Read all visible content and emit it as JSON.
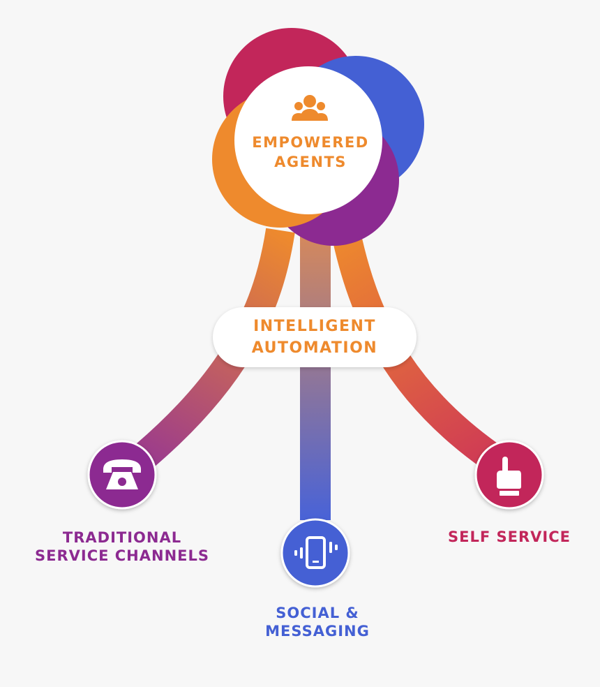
{
  "hub": {
    "title_line1": "EMPOWERED",
    "title_line2": "AGENTS",
    "icon": "people-group-icon"
  },
  "automation": {
    "line1": "INTELLIGENT",
    "line2": "AUTOMATION"
  },
  "channels": [
    {
      "label_line1": "TRADITIONAL",
      "label_line2": "SERVICE CHANNELS",
      "icon": "telephone-icon",
      "color": "#8c2a91"
    },
    {
      "label_line1": "SOCIAL &",
      "label_line2": "MESSAGING",
      "icon": "mobile-phone-icon",
      "color": "#4460d4"
    },
    {
      "label_line1": "SELF SERVICE",
      "icon": "pointing-hand-icon",
      "color": "#c2265a"
    }
  ],
  "colors": {
    "orange": "#ee8a2d",
    "crimson": "#c2265a",
    "blue": "#4460d4",
    "purple": "#8c2a91",
    "background": "#f7f7f7"
  }
}
